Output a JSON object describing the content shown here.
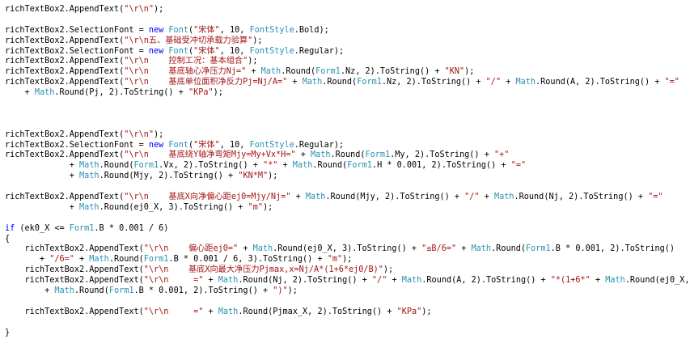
{
  "colors": {
    "background": "#ffffff",
    "default_text": "#000000",
    "keyword": "#0000ff",
    "string": "#a31515",
    "type": "#2b91af"
  },
  "code_lines": [
    [
      [
        "t",
        "richTextBox2.AppendText("
      ],
      [
        "s",
        "\"\\r\\n\""
      ],
      [
        "t",
        ");"
      ]
    ],
    [],
    [
      [
        "t",
        "richTextBox2.SelectionFont = "
      ],
      [
        "k",
        "new"
      ],
      [
        "t",
        " "
      ],
      [
        "c",
        "Font"
      ],
      [
        "t",
        "("
      ],
      [
        "s",
        "\"宋体\""
      ],
      [
        "t",
        ", 10, "
      ],
      [
        "c",
        "FontStyle"
      ],
      [
        "t",
        ".Bold);"
      ]
    ],
    [
      [
        "t",
        "richTextBox2.AppendText("
      ],
      [
        "s",
        "\"\\r\\n五、基础受冲切承载力验算\""
      ],
      [
        "t",
        ");"
      ]
    ],
    [
      [
        "t",
        "richTextBox2.SelectionFont = "
      ],
      [
        "k",
        "new"
      ],
      [
        "t",
        " "
      ],
      [
        "c",
        "Font"
      ],
      [
        "t",
        "("
      ],
      [
        "s",
        "\"宋体\""
      ],
      [
        "t",
        ", 10, "
      ],
      [
        "c",
        "FontStyle"
      ],
      [
        "t",
        ".Regular);"
      ]
    ],
    [
      [
        "t",
        "richTextBox2.AppendText("
      ],
      [
        "s",
        "\"\\r\\n    控制工况：基本组合\""
      ],
      [
        "t",
        ");"
      ]
    ],
    [
      [
        "t",
        "richTextBox2.AppendText("
      ],
      [
        "s",
        "\"\\r\\n    基底轴心净压力Nj=\""
      ],
      [
        "t",
        " + "
      ],
      [
        "c",
        "Math"
      ],
      [
        "t",
        ".Round("
      ],
      [
        "c",
        "Form1"
      ],
      [
        "t",
        ".Nz, 2).ToString() + "
      ],
      [
        "s",
        "\"KN\""
      ],
      [
        "t",
        ");"
      ]
    ],
    [
      [
        "t",
        "richTextBox2.AppendText("
      ],
      [
        "s",
        "\"\\r\\n    基底单位面积净反力Pj=Nj/A=\""
      ],
      [
        "t",
        " + "
      ],
      [
        "c",
        "Math"
      ],
      [
        "t",
        ".Round("
      ],
      [
        "c",
        "Form1"
      ],
      [
        "t",
        ".Nz, 2).ToString() + "
      ],
      [
        "s",
        "\"/\""
      ],
      [
        "t",
        " + "
      ],
      [
        "c",
        "Math"
      ],
      [
        "t",
        ".Round(A, 2).ToString() + "
      ],
      [
        "s",
        "\"=\""
      ]
    ],
    [
      [
        "t",
        "    + "
      ],
      [
        "c",
        "Math"
      ],
      [
        "t",
        ".Round(Pj, 2).ToString() + "
      ],
      [
        "s",
        "\"KPa\""
      ],
      [
        "t",
        ");"
      ]
    ],
    [],
    [],
    [],
    [
      [
        "t",
        "richTextBox2.AppendText("
      ],
      [
        "s",
        "\"\\r\\n\""
      ],
      [
        "t",
        ");"
      ]
    ],
    [
      [
        "t",
        "richTextBox2.SelectionFont = "
      ],
      [
        "k",
        "new"
      ],
      [
        "t",
        " "
      ],
      [
        "c",
        "Font"
      ],
      [
        "t",
        "("
      ],
      [
        "s",
        "\"宋体\""
      ],
      [
        "t",
        ", 10, "
      ],
      [
        "c",
        "FontStyle"
      ],
      [
        "t",
        ".Regular);"
      ]
    ],
    [
      [
        "t",
        "richTextBox2.AppendText("
      ],
      [
        "s",
        "\"\\r\\n    基底绕Y轴净弯矩Mjy=My+Vx*H=\""
      ],
      [
        "t",
        " + "
      ],
      [
        "c",
        "Math"
      ],
      [
        "t",
        ".Round("
      ],
      [
        "c",
        "Form1"
      ],
      [
        "t",
        ".My, 2).ToString() + "
      ],
      [
        "s",
        "\"+\""
      ]
    ],
    [
      [
        "t",
        "             + "
      ],
      [
        "c",
        "Math"
      ],
      [
        "t",
        ".Round("
      ],
      [
        "c",
        "Form1"
      ],
      [
        "t",
        ".Vx, 2).ToString() + "
      ],
      [
        "s",
        "\"*\""
      ],
      [
        "t",
        " + "
      ],
      [
        "c",
        "Math"
      ],
      [
        "t",
        ".Round("
      ],
      [
        "c",
        "Form1"
      ],
      [
        "t",
        ".H * 0.001, 2).ToString() + "
      ],
      [
        "s",
        "\"=\""
      ]
    ],
    [
      [
        "t",
        "             + "
      ],
      [
        "c",
        "Math"
      ],
      [
        "t",
        ".Round(Mjy, 2).ToString() + "
      ],
      [
        "s",
        "\"KN*M\""
      ],
      [
        "t",
        ");"
      ]
    ],
    [],
    [
      [
        "t",
        "richTextBox2.AppendText("
      ],
      [
        "s",
        "\"\\r\\n    基底X向净偏心距ej0=Mjy/Nj=\""
      ],
      [
        "t",
        " + "
      ],
      [
        "c",
        "Math"
      ],
      [
        "t",
        ".Round(Mjy, 2).ToString() + "
      ],
      [
        "s",
        "\"/\""
      ],
      [
        "t",
        " + "
      ],
      [
        "c",
        "Math"
      ],
      [
        "t",
        ".Round(Nj, 2).ToString() + "
      ],
      [
        "s",
        "\"=\""
      ]
    ],
    [
      [
        "t",
        "             + "
      ],
      [
        "c",
        "Math"
      ],
      [
        "t",
        ".Round(ej0_X, 3).ToString() + "
      ],
      [
        "s",
        "\"m\""
      ],
      [
        "t",
        ");"
      ]
    ],
    [],
    [
      [
        "k",
        "if"
      ],
      [
        "t",
        " (ek0_X <= "
      ],
      [
        "c",
        "Form1"
      ],
      [
        "t",
        ".B * 0.001 / 6)"
      ]
    ],
    [
      [
        "t",
        "{"
      ]
    ],
    [
      [
        "t",
        "    richTextBox2.AppendText("
      ],
      [
        "s",
        "\"\\r\\n    偏心距ej0=\""
      ],
      [
        "t",
        " + "
      ],
      [
        "c",
        "Math"
      ],
      [
        "t",
        ".Round(ej0_X, 3).ToString() + "
      ],
      [
        "s",
        "\"≤B/6=\""
      ],
      [
        "t",
        " + "
      ],
      [
        "c",
        "Math"
      ],
      [
        "t",
        ".Round("
      ],
      [
        "c",
        "Form1"
      ],
      [
        "t",
        ".B * 0.001, 2).ToString()"
      ]
    ],
    [
      [
        "t",
        "       + "
      ],
      [
        "s",
        "\"/6=\""
      ],
      [
        "t",
        " + "
      ],
      [
        "c",
        "Math"
      ],
      [
        "t",
        ".Round("
      ],
      [
        "c",
        "Form1"
      ],
      [
        "t",
        ".B * 0.001 / 6, 3).ToString() + "
      ],
      [
        "s",
        "\"m\""
      ],
      [
        "t",
        ");"
      ]
    ],
    [
      [
        "t",
        "    richTextBox2.AppendText("
      ],
      [
        "s",
        "\"\\r\\n    基底X向最大净压力Pjmax,x=Nj/A*(1+6*ej0/B)\""
      ],
      [
        "t",
        ");"
      ]
    ],
    [
      [
        "t",
        "    richTextBox2.AppendText("
      ],
      [
        "s",
        "\"\\r\\n     =\""
      ],
      [
        "t",
        " + "
      ],
      [
        "c",
        "Math"
      ],
      [
        "t",
        ".Round(Nj, 2).ToString() + "
      ],
      [
        "s",
        "\"/\""
      ],
      [
        "t",
        " + "
      ],
      [
        "c",
        "Math"
      ],
      [
        "t",
        ".Round(A, 2).ToString() + "
      ],
      [
        "s",
        "\"*(1+6*\""
      ],
      [
        "t",
        " + "
      ],
      [
        "c",
        "Math"
      ],
      [
        "t",
        ".Round(ej0_X,"
      ]
    ],
    [
      [
        "t",
        "        + "
      ],
      [
        "c",
        "Math"
      ],
      [
        "t",
        ".Round("
      ],
      [
        "c",
        "Form1"
      ],
      [
        "t",
        ".B * 0.001, 2).ToString() + "
      ],
      [
        "s",
        "\")\""
      ],
      [
        "t",
        ");"
      ]
    ],
    [],
    [
      [
        "t",
        "    richTextBox2.AppendText("
      ],
      [
        "s",
        "\"\\r\\n     =\""
      ],
      [
        "t",
        " + "
      ],
      [
        "c",
        "Math"
      ],
      [
        "t",
        ".Round(Pjmax_X, 2).ToString() + "
      ],
      [
        "s",
        "\"KPa\""
      ],
      [
        "t",
        ");"
      ]
    ],
    [],
    [
      [
        "t",
        "}"
      ]
    ]
  ]
}
